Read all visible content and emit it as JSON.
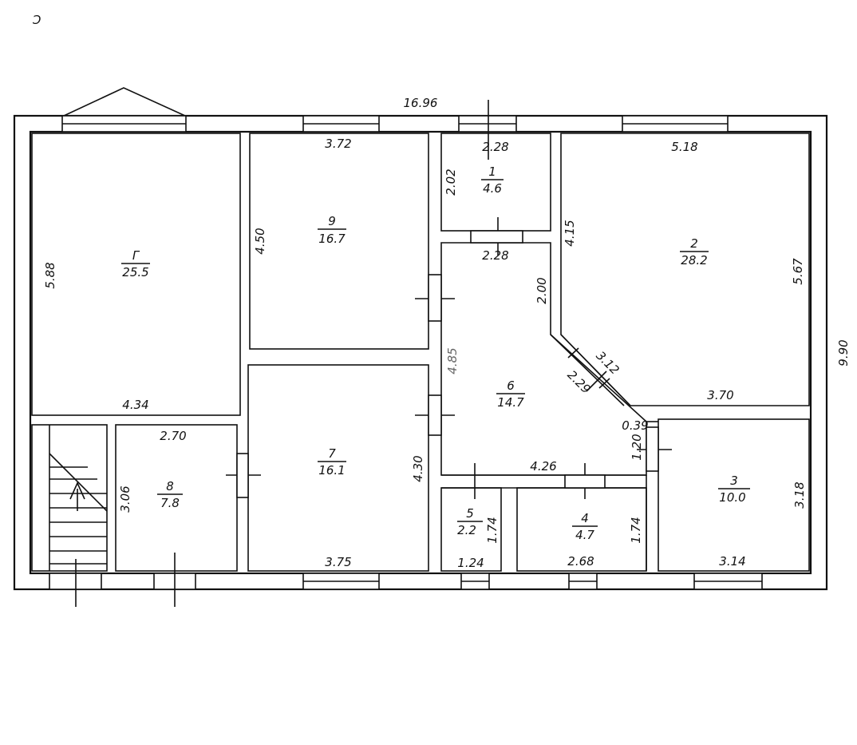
{
  "overall": {
    "width": "16.96",
    "height": "9.90"
  },
  "rooms": [
    {
      "id": "Г",
      "area": "25.5"
    },
    {
      "id": "9",
      "area": "16.7"
    },
    {
      "id": "1",
      "area": "4.6"
    },
    {
      "id": "2",
      "area": "28.2"
    },
    {
      "id": "6",
      "area": "14.7"
    },
    {
      "id": "7",
      "area": "16.1"
    },
    {
      "id": "8",
      "area": "7.8"
    },
    {
      "id": "5",
      "area": "2.2"
    },
    {
      "id": "4",
      "area": "4.7"
    },
    {
      "id": "3",
      "area": "10.0"
    }
  ],
  "dims": {
    "g_h": "5.88",
    "g_w": "4.34",
    "r9_top": "3.72",
    "r9_side": "4.50",
    "r1_top": "2.28",
    "r1_side": "2.02",
    "r1_bottom": "2.28",
    "r2_top": "5.18",
    "r2_left": "4.15",
    "r2_right": "5.67",
    "r2_bottom": "3.70",
    "r2_diag": "3.12",
    "r6_side": "4.85",
    "r6_top": "2.00",
    "r6_diag": "2.29",
    "r6_small": "0.39",
    "r6_small2": "1.20",
    "r6_bottom": "4.26",
    "r7_side": "4.30",
    "r7_bottom": "3.75",
    "r8_top": "2.70",
    "r8_side": "3.06",
    "r5_side": "1.74",
    "r5_bottom": "1.24",
    "r4_side": "1.74",
    "r4_bottom": "2.68",
    "r3_side": "3.18",
    "r3_bottom": "3.14"
  },
  "corner_mark": "Ɔ"
}
